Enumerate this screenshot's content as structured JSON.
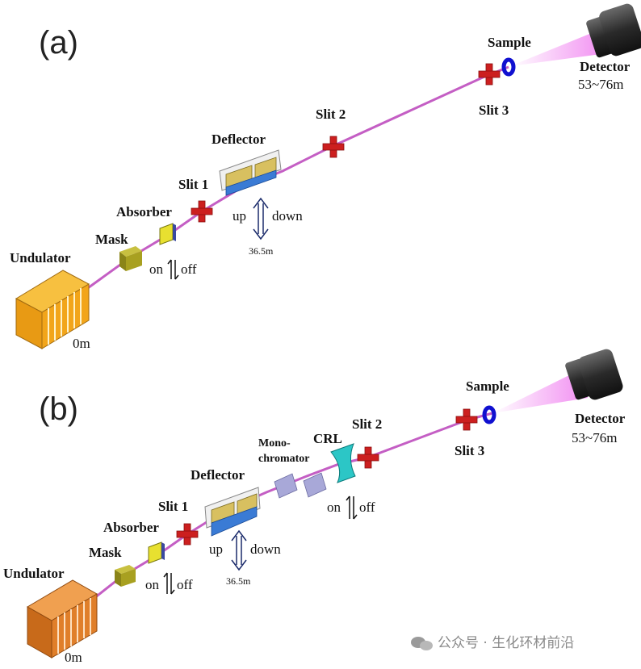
{
  "panel_a": {
    "label": "(a)",
    "undulator": "Undulator",
    "start_pos": "0m",
    "mask": "Mask",
    "absorber": "Absorber",
    "on": "on",
    "off": "off",
    "slit1": "Slit 1",
    "deflector": "Deflector",
    "up": "up",
    "down": "down",
    "deflector_pos": "36.5m",
    "slit2": "Slit 2",
    "slit3": "Slit 3",
    "sample": "Sample",
    "detector": "Detector",
    "detector_pos": "53~76m"
  },
  "panel_b": {
    "label": "(b)",
    "undulator": "Undulator",
    "start_pos": "0m",
    "mask": "Mask",
    "absorber": "Absorber",
    "on": "on",
    "off": "off",
    "slit1": "Slit 1",
    "deflector": "Deflector",
    "up": "up",
    "down": "down",
    "deflector_pos": "36.5m",
    "monochromator_line1": "Mono-",
    "monochromator_line2": "chromator",
    "crl": "CRL",
    "crl_on": "on",
    "crl_off": "off",
    "slit2": "Slit 2",
    "slit3": "Slit 3",
    "sample": "Sample",
    "detector": "Detector",
    "detector_pos": "53~76m"
  },
  "watermark": "公众号 · 生化环材前沿",
  "colors": {
    "beam": "#c45ec4",
    "undulator": "#f2a51a",
    "undulator_b": "#e07f2a",
    "mask": "#a8a020",
    "absorber": "#e8e030",
    "slit": "#cc1f1f",
    "deflector_top": "#d8c060",
    "deflector_bottom": "#3a7bd5",
    "monochromator": "#a8a8d8",
    "crl": "#2cc6c6",
    "sample": "#1010d0",
    "detector": "#3a3a3a",
    "cone": "#f0a0f0",
    "arrow": "#1a2a6a"
  }
}
